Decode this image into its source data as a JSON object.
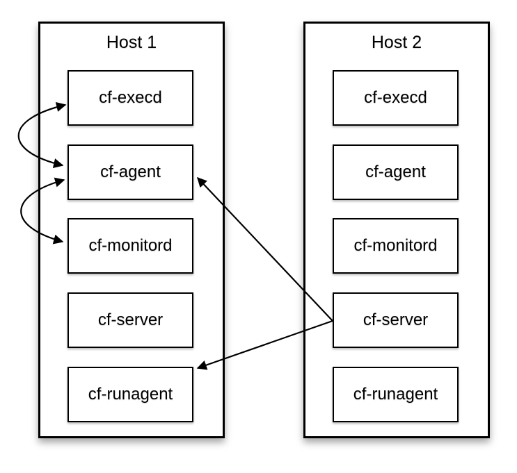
{
  "diagram": {
    "description": "CFEngine components communication diagram between two hosts",
    "colors": {
      "background": "#ffffff",
      "box_fill": "#ffffff",
      "stroke": "#000000"
    },
    "hosts": [
      {
        "title": "Host 1",
        "processes": [
          "cf-execd",
          "cf-agent",
          "cf-monitord",
          "cf-server",
          "cf-runagent"
        ]
      },
      {
        "title": "Host 2",
        "processes": [
          "cf-execd",
          "cf-agent",
          "cf-monitord",
          "cf-server",
          "cf-runagent"
        ]
      }
    ],
    "connections": [
      {
        "from": "host1.cf-execd",
        "to": "host1.cf-agent",
        "style": "curved",
        "arrowheads": "both"
      },
      {
        "from": "host1.cf-agent",
        "to": "host1.cf-monitord",
        "style": "curved",
        "arrowheads": "both"
      },
      {
        "from": "host2.cf-server",
        "to": "host1.cf-agent",
        "style": "straight",
        "arrowheads": "end"
      },
      {
        "from": "host2.cf-server",
        "to": "host1.cf-runagent",
        "style": "straight",
        "arrowheads": "end"
      }
    ]
  }
}
